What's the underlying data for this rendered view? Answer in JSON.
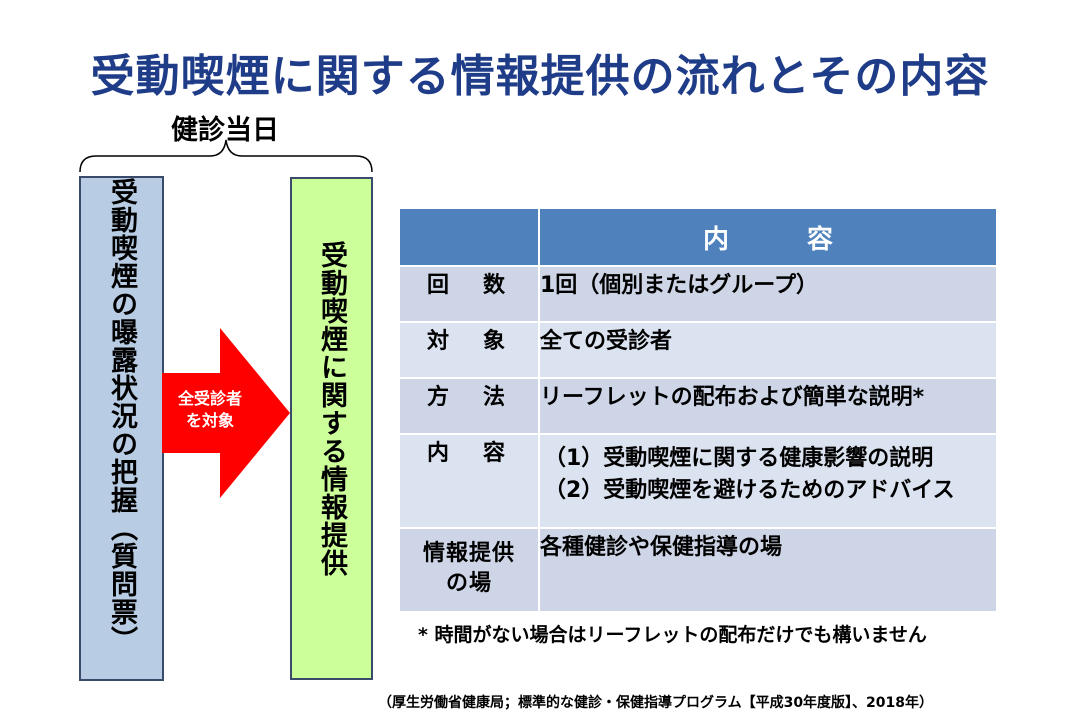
{
  "title": "受動喫煙に関する情報提供の流れとその内容",
  "day_label": "健診当日",
  "left_box": "受動喫煙の曝露状況の把握︵質問票︶",
  "arrow_label": {
    "line1": "全受診者",
    "line2": "を対象"
  },
  "right_box": "受動喫煙に関する情報提供",
  "table": {
    "header_blank": "",
    "header": "内　　　容",
    "rows": [
      {
        "label": "回　数",
        "value": "1回（個別またはグループ）"
      },
      {
        "label": "対　象",
        "value": "全ての受診者"
      },
      {
        "label": "方　法",
        "value": "リーフレットの配布および簡単な説明*"
      },
      {
        "label": "内　容",
        "value_lines": [
          "（1）受動喫煙に関する健康影響の説明",
          "（2）受動喫煙を避けるためのアドバイス"
        ]
      },
      {
        "label_lines": [
          "情報提供",
          "の場"
        ],
        "value": "各種健診や保健指導の場"
      }
    ]
  },
  "note": "* 時間がない場合はリーフレットの配布だけでも構いません",
  "source": "（厚生労働省健康局；標準的な健診・保健指導プログラム【平成30年度版】、2018年）",
  "colors": {
    "title": "#1f3c88",
    "left_box": "#b8cce4",
    "right_box": "#ccff99",
    "arrow": "#ff0000",
    "table_header": "#4f81bd",
    "table_row": "#dce3f0"
  }
}
